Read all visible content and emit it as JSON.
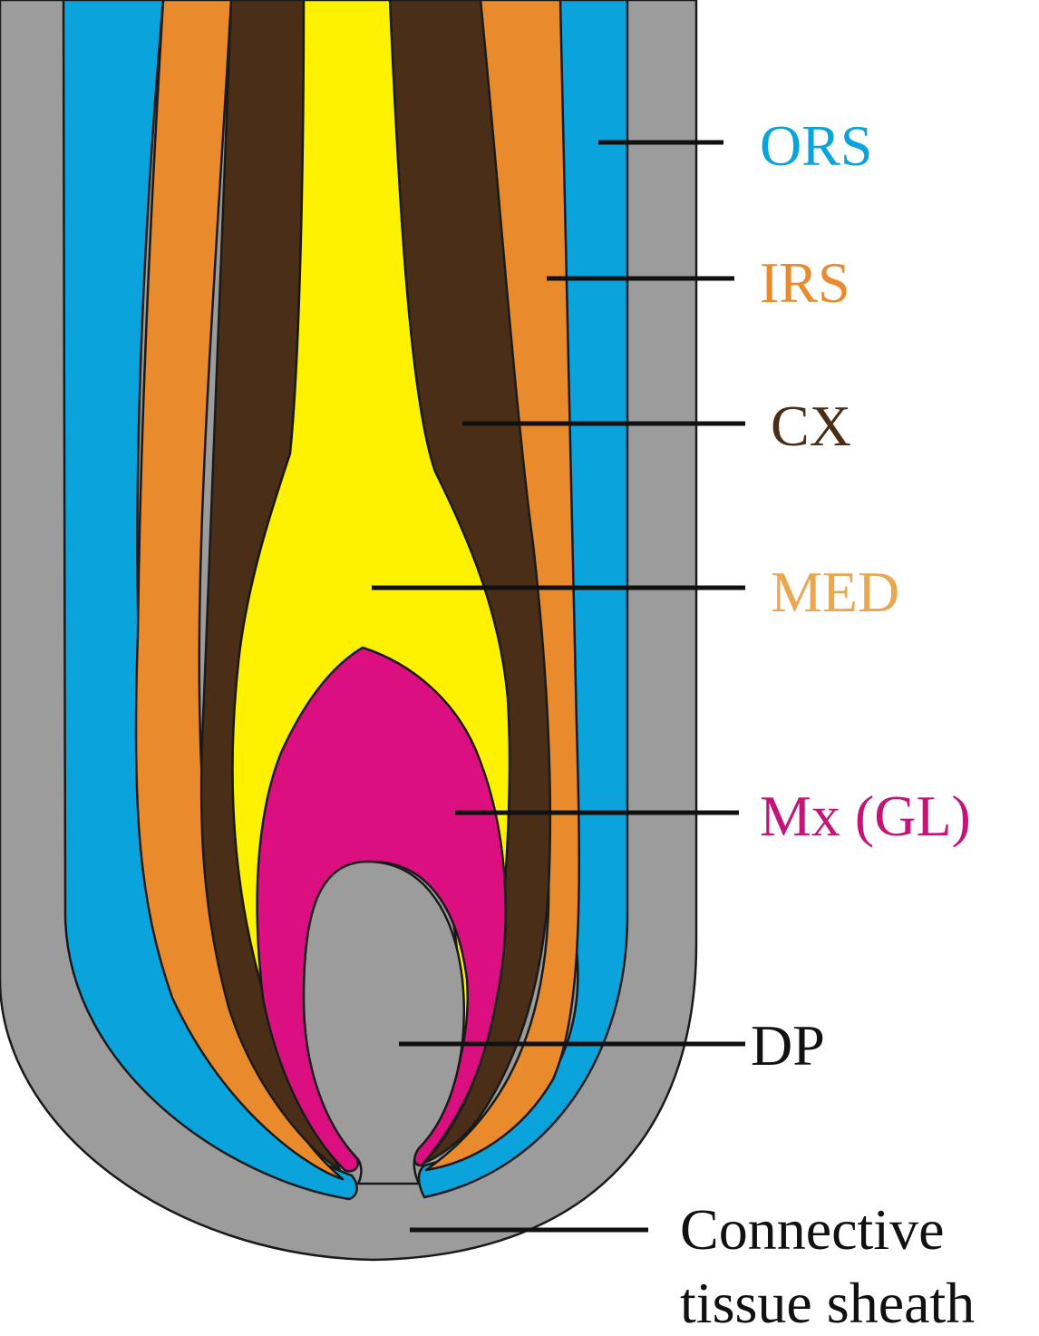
{
  "diagram": {
    "layers": [
      {
        "id": "sheath",
        "color": "#9c9c9c"
      },
      {
        "id": "ors",
        "color": "#0aa3dc"
      },
      {
        "id": "irs",
        "color": "#e98b2c"
      },
      {
        "id": "cx",
        "color": "#4b2e17"
      },
      {
        "id": "med",
        "color": "#fff200"
      },
      {
        "id": "mx",
        "color": "#db0f80"
      },
      {
        "id": "dp",
        "color": "#9c9c9c"
      }
    ],
    "labels": {
      "ors": {
        "text": "ORS",
        "color": "#0aa3dc"
      },
      "irs": {
        "text": "IRS",
        "color": "#e98b2c"
      },
      "cx": {
        "text": "CX",
        "color": "#4b2e17"
      },
      "med": {
        "text": "MED",
        "color": "#e9a850"
      },
      "mx": {
        "text": "Mx (GL)",
        "color": "#c41478"
      },
      "dp": {
        "text": "DP",
        "color": "#111111"
      },
      "sheath": {
        "line1": "Connective",
        "line2": "tissue sheath",
        "color": "#111111"
      }
    }
  }
}
